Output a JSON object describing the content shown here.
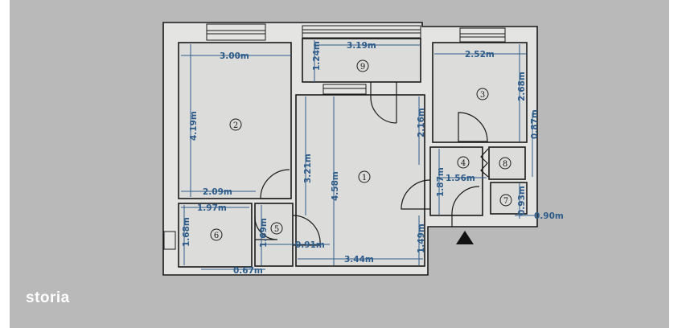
{
  "brand": {
    "logo_text": "storia"
  },
  "floor_plan": {
    "rooms": [
      {
        "number": "1"
      },
      {
        "number": "2"
      },
      {
        "number": "3"
      },
      {
        "number": "4"
      },
      {
        "number": "5"
      },
      {
        "number": "6"
      },
      {
        "number": "7"
      },
      {
        "number": "8"
      },
      {
        "number": "9"
      }
    ],
    "dimensions": [
      "3.00m",
      "4.19m",
      "2.09m",
      "1.97m",
      "1.68m",
      "0.67m",
      "1.69m",
      "0.91m",
      "3.21m",
      "4.58m",
      "3.44m",
      "1.49m",
      "2.16m",
      "3.19m",
      "1.24m",
      "2.52m",
      "2.68m",
      "0.87m",
      "1.87m",
      "1.56m",
      "0.93m",
      "0.90m"
    ]
  }
}
